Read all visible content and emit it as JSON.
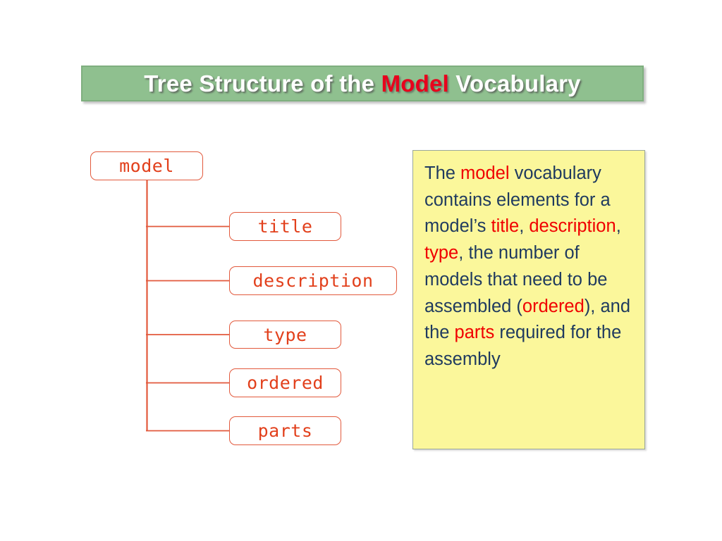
{
  "slide": {
    "background_color": "#FFFFFF"
  },
  "title": {
    "full_text": "Tree Structure of the Model Vocabulary",
    "parts": [
      {
        "text": "Tree Structure of the ",
        "highlight": false
      },
      {
        "text": "Model",
        "highlight": true
      },
      {
        "text": " Vocabulary",
        "highlight": false
      }
    ],
    "background_color": "#8FC08F",
    "border_color": "#7FAF7F",
    "text_color": "#FFFFFF",
    "highlight_color": "#E8001C"
  },
  "tree": {
    "root": {
      "label": "model"
    },
    "children": [
      {
        "label": "title"
      },
      {
        "label": "description"
      },
      {
        "label": "type"
      },
      {
        "label": "ordered"
      },
      {
        "label": "parts"
      }
    ],
    "node_text_color": "#E2401C",
    "node_border_color": "#E2593C",
    "connector_color": "#E2593C"
  },
  "description_box": {
    "background_color": "#FBF79B",
    "border_color": "#9AA79A",
    "text_color": "#1F3A5F",
    "keyword_color": "#F00000",
    "full_text": "The model vocabulary contains elements for a model’s title, description, type, the number of models that need to be assembled (ordered), and the parts required for the assembly",
    "segments": [
      {
        "text": "The ",
        "keyword": false
      },
      {
        "text": "model",
        "keyword": true
      },
      {
        "text": " vocabulary contains elements for a model’s ",
        "keyword": false
      },
      {
        "text": "title",
        "keyword": true
      },
      {
        "text": ", ",
        "keyword": false
      },
      {
        "text": "description",
        "keyword": true
      },
      {
        "text": ", ",
        "keyword": false
      },
      {
        "text": "type",
        "keyword": true
      },
      {
        "text": ", the number of models that need to be assembled (",
        "keyword": false
      },
      {
        "text": "ordered",
        "keyword": true
      },
      {
        "text": "), and the ",
        "keyword": false
      },
      {
        "text": "parts",
        "keyword": true
      },
      {
        "text": " required for the assembly",
        "keyword": false
      }
    ]
  }
}
